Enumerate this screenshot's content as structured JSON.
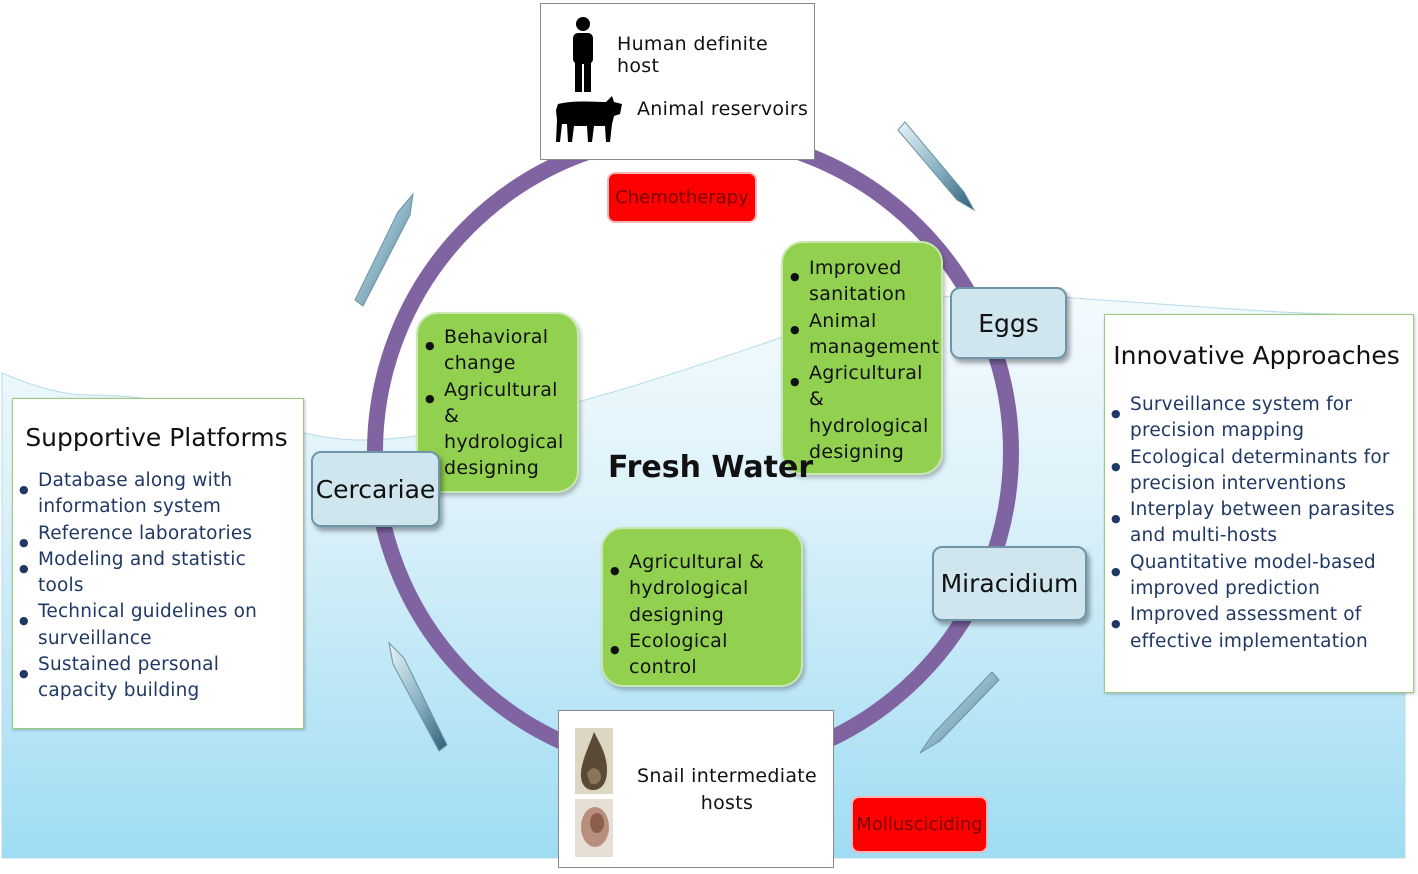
{
  "hosts": {
    "human_label": "Human definite host",
    "animal_label": "Animal reservoirs",
    "snail_label": "Snail intermediate hosts"
  },
  "interventions": {
    "chemotherapy": "Chemotherapy",
    "mollusciciding": "Mollusciciding"
  },
  "stages": {
    "eggs": "Eggs",
    "miracidium": "Miracidium",
    "cercariae": "Cercariae"
  },
  "center_label": "Fresh Water",
  "green_boxes": {
    "top_right": [
      "Improved sanitation",
      "Animal management",
      "Agricultural & hydrological designing"
    ],
    "top_left": [
      "Behavioral change",
      "Agricultural & hydrological designing"
    ],
    "bottom_center": [
      "Agricultural & hydrological designing",
      "Ecological control"
    ]
  },
  "supportive_platforms": {
    "title": "Supportive Platforms",
    "items": [
      "Database along with information system",
      "Reference laboratories",
      "Modeling and statistic tools",
      "Technical guidelines on surveillance",
      "Sustained personal capacity building"
    ]
  },
  "innovative_approaches": {
    "title": "Innovative Approaches",
    "items": [
      "Surveillance system for precision mapping",
      "Ecological determinants for precision interventions",
      "Interplay between parasites and multi-hosts",
      "Quantitative model-based improved prediction",
      "Improved assessment of effective implementation"
    ]
  },
  "colors": {
    "cycle_ring": "#8064a2",
    "intervention_box": "#92d050",
    "control_red": "#ff0000",
    "stage_box": "#cfe6ef",
    "list_text": "#1f3864",
    "water": "#c8ebf8"
  },
  "icons": [
    "human-icon",
    "cow-icon",
    "snail-shell-icon",
    "snail-body-icon",
    "arrow-icon"
  ]
}
